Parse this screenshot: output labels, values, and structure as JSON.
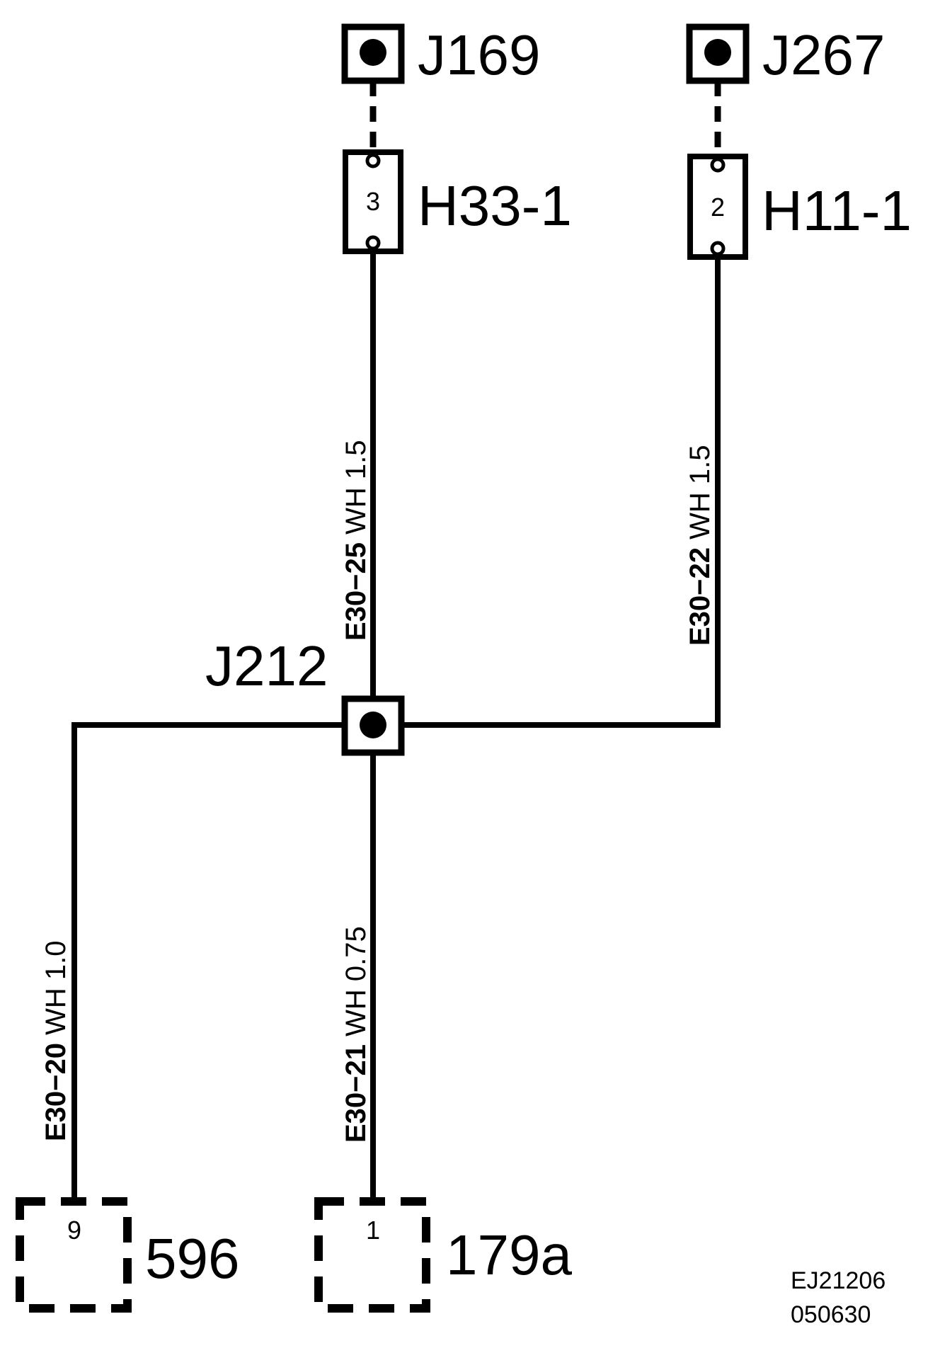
{
  "connectors": {
    "j169": "J169",
    "j267": "J267",
    "j212": "J212",
    "h33": {
      "name": "H33-1",
      "pin": "3"
    },
    "h11": {
      "name": "H11-1",
      "pin": "2"
    },
    "c596": {
      "name": "596",
      "pin": "9"
    },
    "c179a": {
      "name": "179a",
      "pin": "1"
    }
  },
  "wires": {
    "w25": {
      "id": "E30−25",
      "spec": " WH 1.5"
    },
    "w22": {
      "id": "E30−22",
      "spec": " WH 1.5"
    },
    "w20": {
      "id": "E30−20",
      "spec": " WH 1.0"
    },
    "w21": {
      "id": "E30−21",
      "spec": " WH 0.75"
    }
  },
  "drawing_code": {
    "line1": "EJ21206",
    "line2": "050630"
  }
}
